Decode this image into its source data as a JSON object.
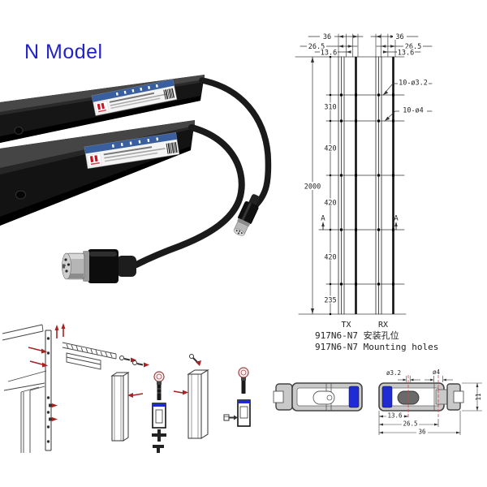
{
  "header": {
    "model_label": "N Model"
  },
  "photo": {
    "alt": "Two black light-curtain sensor bars with cables and metal DIN connectors"
  },
  "drawing": {
    "tx": {
      "name": "TX",
      "w36": "36",
      "w265": "26.5",
      "w136": "13.6"
    },
    "rx": {
      "name": "RX",
      "w36": "36",
      "w265": "26.5",
      "w136": "13.6"
    },
    "callout_small": "10-ø3.2",
    "callout_large": "10-ø4",
    "dim_total": "2000",
    "dim_310": "310",
    "dim_420": "420",
    "dim_235": "235",
    "section": "A",
    "caption_cn": "917N6-N7 安装孔位",
    "caption_en": "917N6-N7  Mounting holes"
  },
  "section_view": {
    "hole_small": "ø3.2",
    "hole_large": "ø4",
    "d136": "13.6",
    "d265": "26.5",
    "d36": "36",
    "d11": "11"
  },
  "colors": {
    "accent_blue": "#2222cc",
    "insert_blue": "#1f2bd4",
    "arrow_red": "#a82222",
    "centerline_red": "#dd4444",
    "label_strip_blue": "#3a5f9f",
    "logo_red": "#cc1122"
  }
}
